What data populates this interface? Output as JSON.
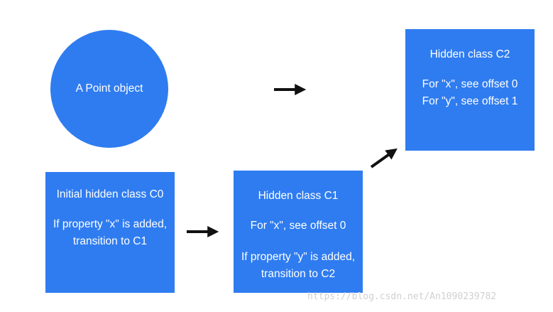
{
  "point_object": {
    "label": "A Point object"
  },
  "c0": {
    "title": "Initial hidden class C0",
    "rule_line1": "If property \"x\" is added,",
    "rule_line2": "transition to C1"
  },
  "c1": {
    "title": "Hidden class C1",
    "offset_x": "For \"x\", see offset 0",
    "rule_line1": "If property \"y\" is added,",
    "rule_line2": "transition to C2"
  },
  "c2": {
    "title": "Hidden class C2",
    "offset_x": "For \"x\", see offset 0",
    "offset_y": "For \"y\", see offset 1"
  },
  "watermark": "https://blog.csdn.net/An1090239782",
  "colors": {
    "node_fill": "#2f7cf0",
    "node_text": "#ffffff",
    "arrow": "#111111"
  }
}
